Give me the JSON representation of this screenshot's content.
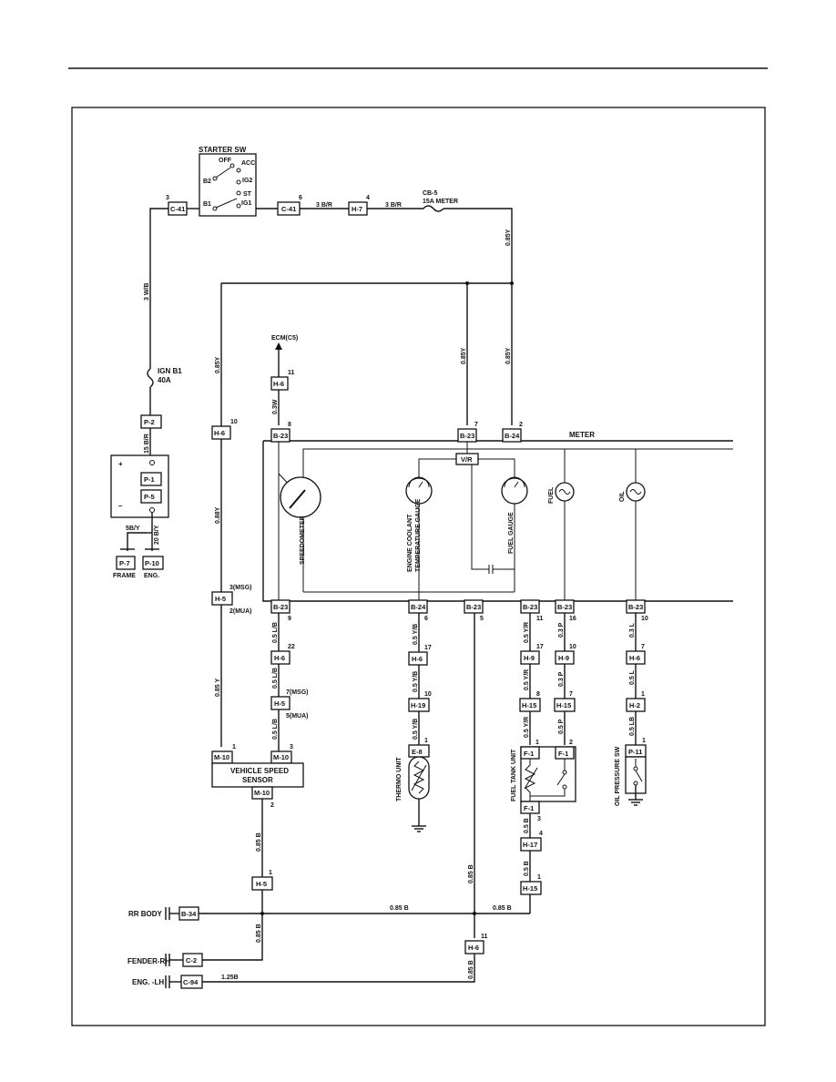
{
  "starter_switch": {
    "title": "STARTER SW",
    "positions": [
      "OFF",
      "ACC",
      "IG2",
      "ST",
      "IG1",
      "B2",
      "B1"
    ]
  },
  "connectors": {
    "c41_left": "C-41",
    "c41_left_pin": "3",
    "c41_right": "C-41",
    "c41_right_pin": "6",
    "h7": "H-7",
    "h7_pin": "4",
    "p2": "P-2",
    "p1": "P-1",
    "p5": "P-5",
    "p7": "P-7",
    "p10": "P-10",
    "h6_left": "H-6",
    "h6_left_pin": "10",
    "h6_ecm": "H-6",
    "h6_ecm_pin": "11",
    "b23_speedo": "B-23",
    "b23_speedo_pin": "8",
    "b23_top": "B-23",
    "b23_top_pin": "7",
    "b24_top": "B-24",
    "b24_top_pin": "2",
    "vr": "V/R",
    "h5_left": "H-5",
    "h5_left_pin_a": "3(MSG)",
    "h5_left_pin_b": "2(MUA)",
    "b23_bot_9": "B-23",
    "b23_bot_9_pin": "9",
    "b24_bot": "B-24",
    "b24_bot_pin": "6",
    "b23_bot_5": "B-23",
    "b23_bot_5_pin": "5",
    "b23_bot_11": "B-23",
    "b23_bot_11_pin": "11",
    "b23_bot_16": "B-23",
    "b23_bot_16_pin": "16",
    "b23_bot_10": "B-23",
    "b23_bot_10_pin": "10",
    "h6_speed": "H-6",
    "h6_speed_pin": "22",
    "h5_speed": "H-5",
    "h5_speed_pin_a": "7(MSG)",
    "h5_speed_pin_b": "5(MUA)",
    "h6_thermo": "H-6",
    "h6_thermo_pin": "17",
    "h19": "H-19",
    "h19_pin": "10",
    "e8": "E-8",
    "e8_pin": "1",
    "h9_fuel": "H-9",
    "h9_fuel_pin": "17",
    "h15_fuel": "H-15",
    "h15_fuel_pin": "8",
    "f1_a": "F-1",
    "f1_a_pin": "1",
    "f1_b": "F-1",
    "f1_b_pin": "2",
    "f1_bottom": "F-1",
    "f1_bottom_pin": "3",
    "h9_p": "H-9",
    "h9_p_pin": "10",
    "h15_p": "H-15",
    "h15_p_pin": "7",
    "h6_oil": "H-6",
    "h6_oil_pin": "7",
    "h2": "H-2",
    "h2_pin": "1",
    "p11": "P-11",
    "p11_pin": "1",
    "m10_a": "M-10",
    "m10_a_pin": "1",
    "m10_b": "M-10",
    "m10_b_pin": "3",
    "m10_bottom": "M-10",
    "m10_bottom_pin": "2",
    "h5_ground": "H-5",
    "h5_ground_pin": "1",
    "h17": "H-17",
    "h17_pin": "4",
    "h15_ground": "H-15",
    "h15_ground_pin": "1",
    "h6_ground": "H-6",
    "h6_ground_pin": "11",
    "b34": "B-34",
    "c2": "C-2",
    "c94": "C-94"
  },
  "fuses": {
    "cb5": "CB-5",
    "cb5_rating": "15A METER",
    "ign_b1": "IGN B1",
    "ign_b1_rating": "40A"
  },
  "wires": {
    "w_3br_1": "3 B/R",
    "w_3br_2": "3 B/R",
    "w_085y_top": "0.85Y",
    "w_3wb": "3 W/B",
    "w_085y_left": "0.85Y",
    "w_03w": "0.3W",
    "w_085y_mid": "0.85Y",
    "w_085y_right": "0.85Y",
    "w_15br": "15 B/R",
    "w_5by": "5B/Y",
    "w_20by": "20 B/Y",
    "w_088y": "0.88Y",
    "w_085y_low": "0.85 Y",
    "w_05lb_1": "0.5 L/B",
    "w_05lb_2": "0.5 L/B",
    "w_05lb_3": "0.5 L/B",
    "w_05yb_1": "0.5 Y/B",
    "w_05yb_2": "0.5 Y/B",
    "w_05yb_3": "0.5 Y/B",
    "w_05yr_1": "0.5 Y/R",
    "w_05yr_2": "0.5 Y/R",
    "w_05yr_3": "0.5 Y/R",
    "w_03p_1": "0.3 P",
    "w_03p_2": "0.3 P",
    "w_05p": "0.5 P",
    "w_03l": "0.3 L",
    "w_05l": "0.5 L",
    "w_05lb_oil": "0.5 LB",
    "w_085b_1": "0.85 B",
    "w_085b_2": "0.85 B",
    "w_085b_mid": "0.85 B",
    "w_085b_h": "0.85 B",
    "w_085b_h2": "0.85 B",
    "w_05b_1": "0.5 B",
    "w_05b_2": "0.5 B",
    "w_085b_3": "0.85 B",
    "w_125b": "1.25B"
  },
  "labels": {
    "ecm": "ECM(C5)",
    "meter": "METER",
    "speedometer": "SPEEDOMETER",
    "coolant_1": "ENGINE COOLANT",
    "coolant_2": "TEMPERATURE GAUGE",
    "fuel_gauge": "FUEL GAUGE",
    "fuel": "FUEL",
    "oil": "OIL",
    "vss_1": "VEHICLE SPEED",
    "vss_2": "SENSOR",
    "thermo_unit": "THERMO UNIT",
    "fuel_tank_unit": "FUEL TANK UNIT",
    "oil_pressure_sw": "OIL PRESSURE SW",
    "frame": "FRAME",
    "eng": "ENG.",
    "plus": "+",
    "minus": "–",
    "rr_body": "RR BODY",
    "fender_rh": "FENDER-RH",
    "eng_lh": "ENG. -LH"
  }
}
